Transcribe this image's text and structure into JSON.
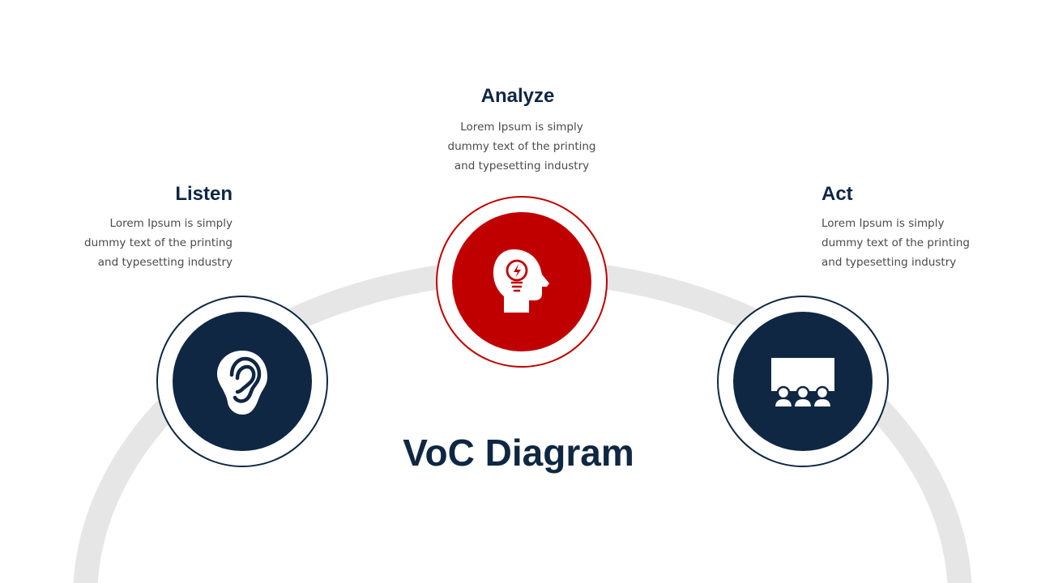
{
  "title": "VoC Diagram",
  "colors": {
    "navy": "#0f2742",
    "red": "#c00000",
    "arc": "#e6e6e6",
    "text": "#4a4a4a",
    "white": "#ffffff"
  },
  "stages": [
    {
      "heading": "Listen",
      "lines": [
        "Lorem Ipsum is simply",
        "dummy text of the printing",
        "and typesetting industry"
      ],
      "icon": "ear-icon"
    },
    {
      "heading": "Analyze",
      "lines": [
        "Lorem Ipsum is simply",
        "dummy text of the printing",
        "and typesetting industry"
      ],
      "icon": "head-lightbulb-icon"
    },
    {
      "heading": "Act",
      "lines": [
        "Lorem Ipsum is simply",
        "dummy text of the printing",
        "and typesetting industry"
      ],
      "icon": "presentation-audience-icon"
    }
  ]
}
